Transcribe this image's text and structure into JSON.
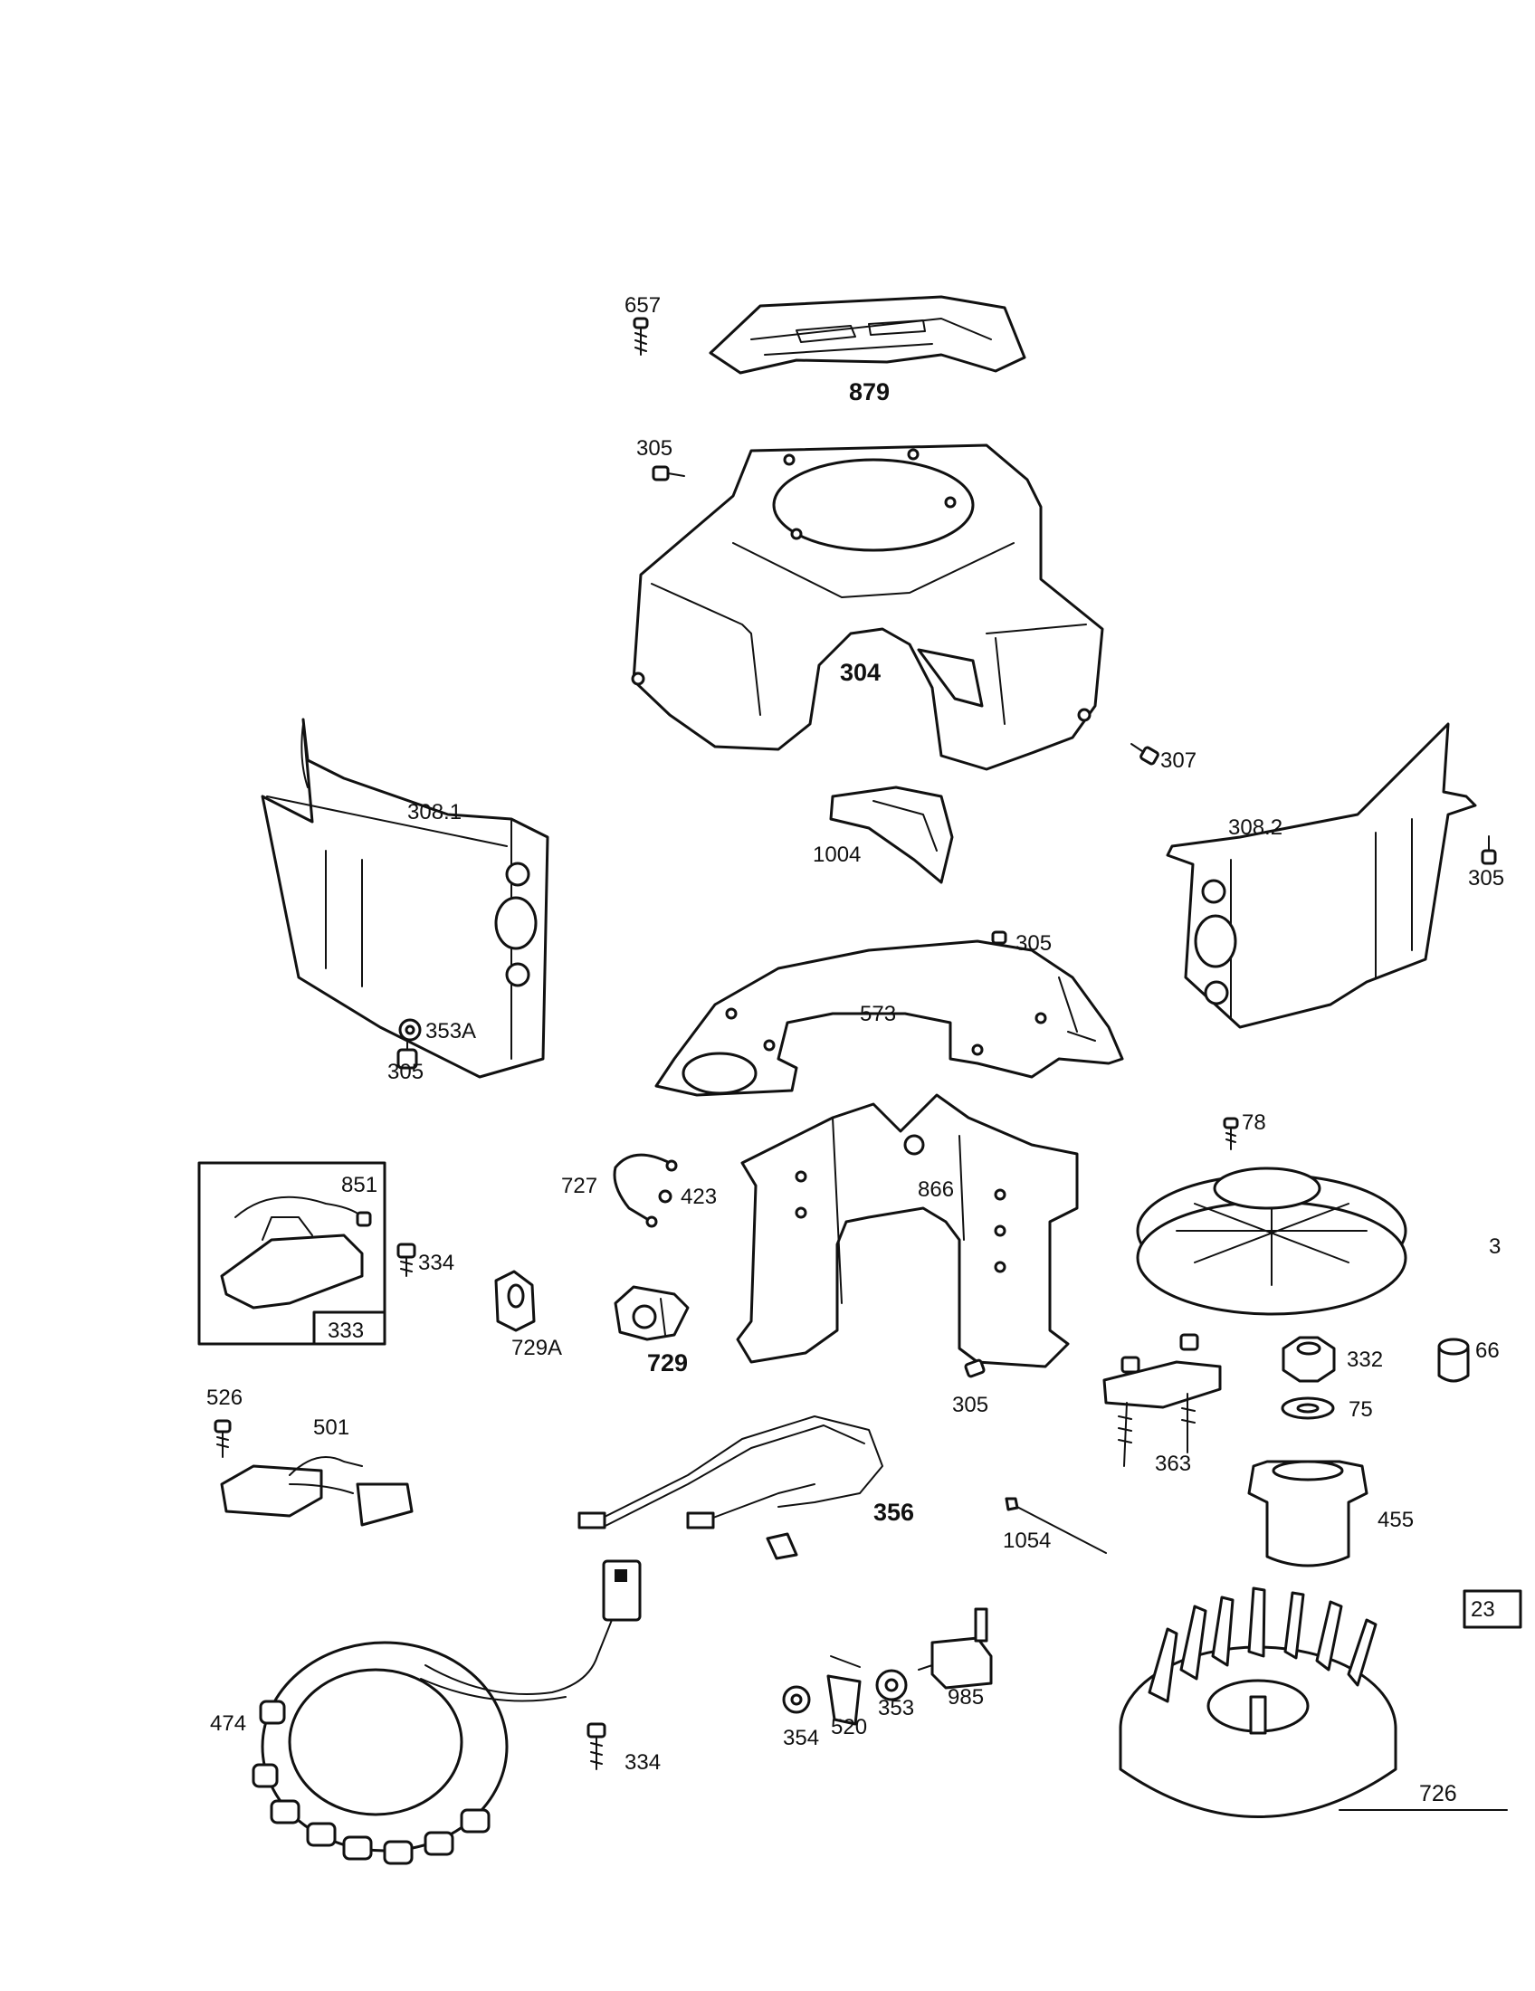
{
  "labels": {
    "p657": "657",
    "p879": "879",
    "p305_top": "305",
    "p304": "304",
    "p307": "307",
    "p308_1": "308.1",
    "p1004": "1004",
    "p308_2": "308.2",
    "p305_right": "305",
    "p305_mid": "305",
    "p353a": "353A",
    "p305_left": "305",
    "p573": "573",
    "p78": "78",
    "p851": "851",
    "p334_a": "334",
    "p333": "333",
    "p727": "727",
    "p423": "423",
    "p866": "866",
    "p3_cut": "3",
    "p729a": "729A",
    "p729": "729",
    "p332": "332",
    "p66_cut": "66",
    "p75": "75",
    "p305_low": "305",
    "p526": "526",
    "p501": "501",
    "p363": "363",
    "p356": "356",
    "p455": "455",
    "p1054": "1054",
    "p23_cut": "23",
    "p474": "474",
    "p334_b": "334",
    "p354": "354",
    "p520": "520",
    "p353": "353",
    "p985": "985",
    "p726": "726"
  }
}
